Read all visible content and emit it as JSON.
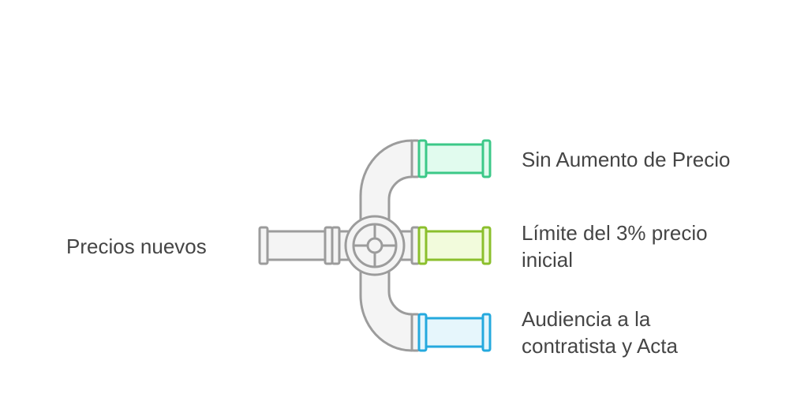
{
  "input": {
    "label": "Precios nuevos"
  },
  "outputs": [
    {
      "label": "Sin Aumento de Precio",
      "stroke": "#3cc888",
      "fill": "#e1fbee"
    },
    {
      "label": "Límite del 3% precio inicial",
      "stroke": "#8bbf2c",
      "fill": "#f2fbdc"
    },
    {
      "label": "Audiencia a la contratista y Acta",
      "stroke": "#25a9de",
      "fill": "#e6f6fc"
    }
  ],
  "colors": {
    "pipe_stroke": "#9c9c9c",
    "pipe_fill": "#f4f4f4",
    "text": "#454545"
  }
}
